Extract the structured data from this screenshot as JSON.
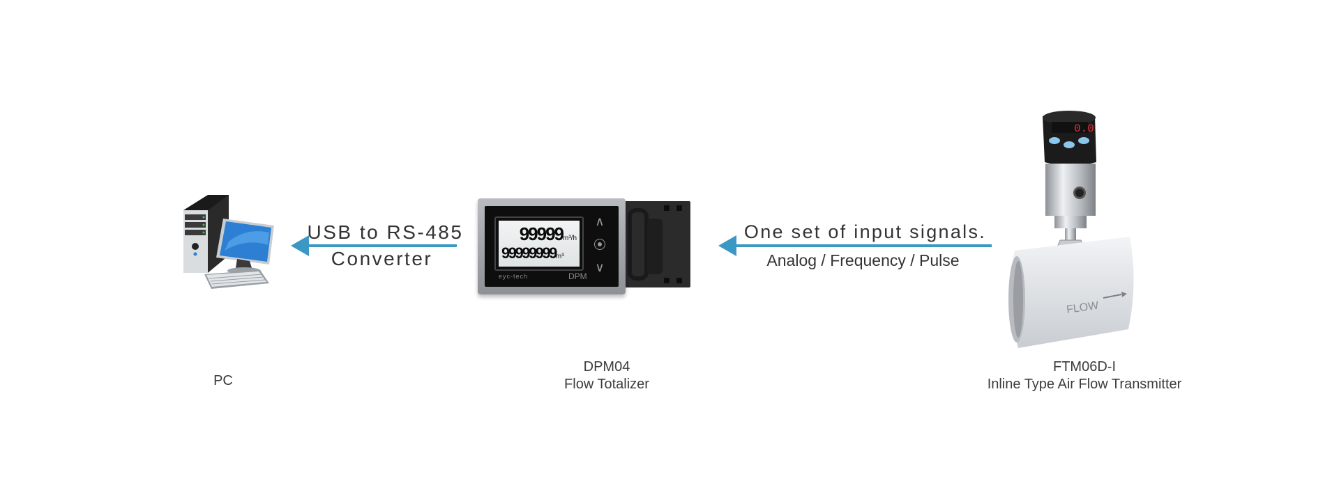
{
  "diagram": {
    "nodes": [
      {
        "id": "pc",
        "label_line1": "PC",
        "label_line2": ""
      },
      {
        "id": "dpm",
        "label_line1": "DPM04",
        "label_line2": "Flow Totalizer",
        "device": {
          "display_line1_value": "99999",
          "display_line1_unit": "m³/h",
          "display_line2_value": "99999999",
          "display_line2_unit": "m³",
          "brand": "eyc-tech",
          "model_mark": "DPM",
          "buttons": [
            "up",
            "enter",
            "down"
          ]
        }
      },
      {
        "id": "ftm",
        "label_line1": "FTM06D-I",
        "label_line2": "Inline Type Air Flow Transmitter",
        "device": {
          "display_value": "0.0",
          "body_marking": "FLOW"
        }
      }
    ],
    "edges": [
      {
        "from": "dpm",
        "to": "pc",
        "label_top": "USB to RS-485",
        "label_bottom": "Converter"
      },
      {
        "from": "ftm",
        "to": "dpm",
        "label_top": "One set of input signals.",
        "label_bottom": "Analog / Frequency / Pulse"
      }
    ],
    "colors": {
      "arrow": "#3b97c4",
      "text": "#3a3a3a",
      "background": "#ffffff",
      "display_red": "#e8303a",
      "button_blue": "#8cc6ea"
    }
  }
}
